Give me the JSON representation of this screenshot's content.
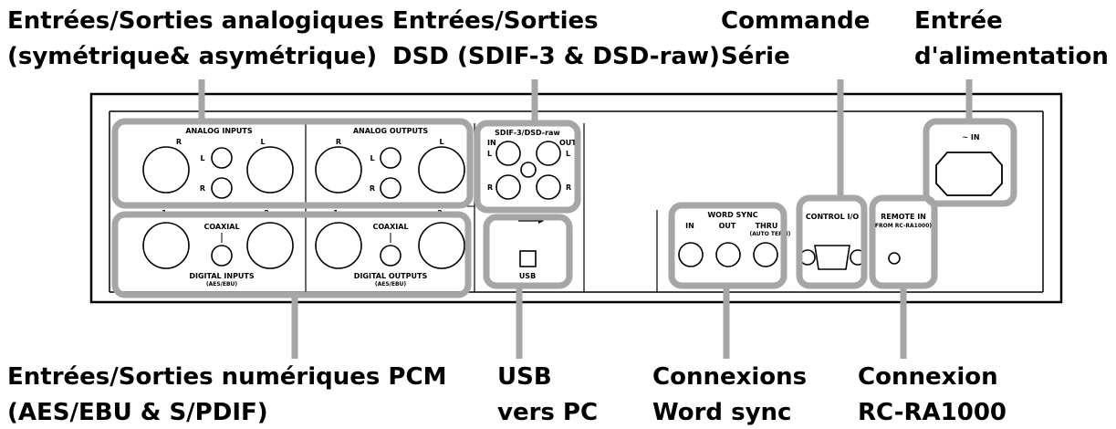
{
  "callouts": {
    "analog": [
      "Entrées/Sorties analogiques",
      "(symétrique& asymétrique)"
    ],
    "dsd": [
      "Entrées/Sorties",
      "DSD (SDIF-3 & DSD-raw)"
    ],
    "serial": [
      "Commande",
      "Série"
    ],
    "power": [
      "Entrée",
      "d'alimentation"
    ],
    "pcm": [
      "Entrées/Sorties numériques PCM",
      "(AES/EBU & S/PDIF)"
    ],
    "usb": [
      "USB",
      "vers PC"
    ],
    "wordsync": [
      "Connexions",
      "Word sync"
    ],
    "rc": [
      "Connexion",
      "RC-RA1000"
    ]
  },
  "panel": {
    "analog_inputs": "ANALOG INPUTS",
    "analog_outputs": "ANALOG OUTPUTS",
    "r": "R",
    "l": "L",
    "num1": "1",
    "num2": "2",
    "coaxial": "COAXIAL",
    "digital_inputs": "DIGITAL INPUTS",
    "digital_outputs": "DIGITAL OUTPUTS",
    "aes_ebu": "(AES/EBU)",
    "sdif": "SDIF-3/DSD-raw",
    "in": "IN",
    "out": "OUT",
    "usb": "USB",
    "word_sync": "WORD SYNC",
    "thru": "THRU",
    "auto_term": "(AUTO TERM)",
    "control_io": "CONTROL I/O",
    "remote_in": "REMOTE IN",
    "from_rc": "FROM RC-RA1000)",
    "ac_in": "~ IN"
  }
}
